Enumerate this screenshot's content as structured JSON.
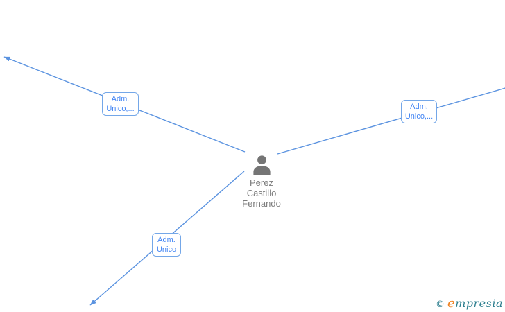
{
  "diagram": {
    "center_node": {
      "icon": "person-icon",
      "name_lines": [
        "Perez",
        "Castillo",
        "Fernando"
      ]
    },
    "edges": [
      {
        "id": "top-left",
        "label_lines": [
          "Adm.",
          "Unico,..."
        ],
        "arrowhead": true
      },
      {
        "id": "right",
        "label_lines": [
          "Adm.",
          "Unico,..."
        ],
        "arrowhead": false
      },
      {
        "id": "bottom-left",
        "label_lines": [
          "Adm.",
          "Unico"
        ],
        "arrowhead": true
      }
    ],
    "colors": {
      "edge_line": "#5b93e0",
      "label_border": "#74a7e8",
      "label_text": "#4285f4",
      "node_icon_gray": "#757575",
      "node_text_gray": "#7d7d7d"
    }
  },
  "watermark": {
    "copyright": "©",
    "brand_first_letter": "e",
    "brand_rest": "mpresia",
    "colors": {
      "teal": "#2e7f8f",
      "orange": "#ef8222"
    }
  }
}
